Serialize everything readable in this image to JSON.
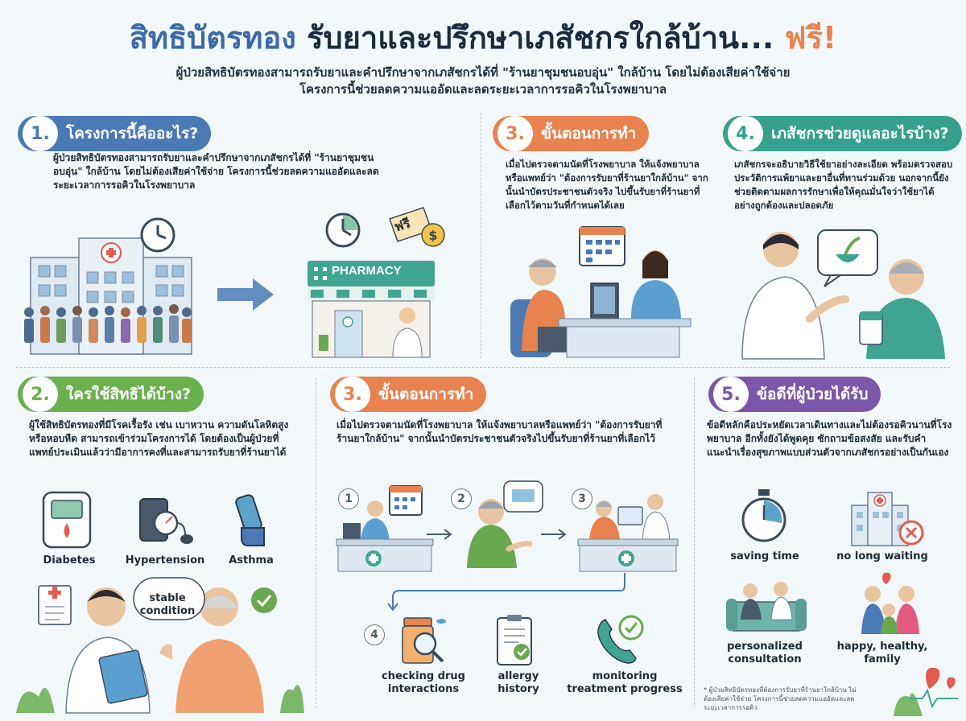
{
  "header": {
    "title_part1": "สิทธิบัตรทอง",
    "title_part2": "รับยาและปรึกษาเภสัชกรใกล้บ้าน...",
    "title_part3": "ฟรี!",
    "subtitle_line1": "ผู้ป่วยสิทธิบัตรทองสามารถรับยาและคำปรึกษาจากเภสัชกรได้ที่ \"ร้านยาชุมชนอบอุ่น\" ใกล้บ้าน โดยไม่ต้องเสียค่าใช้จ่าย",
    "subtitle_line2": "โครงการนี้ช่วยลดความแออัดและลดระยะเวลาการรอคิวในโรงพยาบาล"
  },
  "section1": {
    "num": "1.",
    "title": "โครงการนี้คืออะไร?",
    "text": "ผู้ป่วยสิทธิบัตรทองสามารถรับยาและคำปรึกษาจากเภสัชกรได้ที่ \"ร้านยาชุมชนอบอุ่น\" ใกล้บ้าน โดยไม่ต้องเสียค่าใช้จ่าย โครงการนี้ช่วยลดความแออัดและลดระยะเวลาการรอคิวในโรงพยาบาล",
    "pharmacy_sign": "PHARMACY",
    "free_tag": "ฟรี"
  },
  "section3_top": {
    "num": "3.",
    "title": "ขั้นตอนการทำ",
    "text": "เมื่อไปตรวจตามนัดที่โรงพยาบาล ให้แจ้งพยาบาลหรือแพทย์ว่า \"ต้องการรับยาที่ร้านยาใกล้บ้าน\" จากนั้นนำบัตรประชาชนตัวจริง ไปขึ้นรับยาที่ร้านยาที่เลือกไว้ตามวันที่กำหนดได้เลย"
  },
  "section4": {
    "num": "4.",
    "title": "เภสัชกรช่วยดูแลอะไรบ้าง?",
    "text": "เภสัชกรจะอธิบายวิธีใช้ยาอย่างละเอียด พร้อมตรวจสอบประวัติการแพ้ยาและยาอื่นที่ทานร่วมด้วย นอกจากนี้ยังช่วยติดตามผลการรักษาเพื่อให้คุณมั่นใจว่าใช้ยาได้อย่างถูกต้องและปลอดภัย"
  },
  "section2": {
    "num": "2.",
    "title": "ใครใช้สิทธิได้บ้าง?",
    "text": "ผู้ใช้สิทธิบัตรทองที่มีโรคเรื้อรัง เช่น เบาหวาน ความดันโลหิตสูง หรือหอบหืด สามารถเข้าร่วมโครงการได้ โดยต้องเป็นผู้ป่วยที่แพทย์ประเมินแล้วว่ามีอาการคงที่และสามารถรับยาที่ร้านยาได้",
    "conditions": [
      "Diabetes",
      "Hypertension",
      "Asthma"
    ],
    "bubble": "stable condition"
  },
  "section3_mid": {
    "num": "3.",
    "title": "ขั้นตอนการทำ",
    "text": "เมื่อไปตรวจตามนัดที่โรงพยาบาล ให้แจ้งพยาบาลหรือแพทย์ว่า \"ต้องการรับยาที่ร้านยาใกล้บ้าน\" จากนั้นนำบัตรประชาชนตัวจริงไปขึ้นรับยาที่ร้านยาที่เลือกไว้",
    "steps": [
      "1",
      "2",
      "3",
      "4"
    ],
    "services": [
      {
        "label": "checking drug interactions"
      },
      {
        "label": "allergy history"
      },
      {
        "label": "monitoring treatment progress"
      }
    ]
  },
  "section5": {
    "num": "5.",
    "title": "ข้อดีที่ผู้ป่วยได้รับ",
    "text": "ข้อดีหลักคือประหยัดเวลาเดินทางและไม่ต้องรอคิวนานที่โรงพยาบาล อีกทั้งยังได้พูดคุย ซักถามข้อสงสัย และรับคำแนะนำเรื่องสุขภาพแบบส่วนตัวจากเภสัชกรอย่างเป็นกันเอง",
    "benefits": [
      {
        "label": "saving time"
      },
      {
        "label": "no long waiting"
      },
      {
        "label": "personalized consultation"
      },
      {
        "label": "happy, healthy, family"
      }
    ]
  },
  "footnote": "* ผู้ป่วยสิทธิบัตรทองที่ต้องการรับยาที่ร้านยาใกล้บ้าน ไม่ต้องเสียค่าใช้จ่าย โครงการนี้ช่วยลดความแออัดและลดระยะเวลาการรอคิว",
  "colors": {
    "blue": "#4a79b4",
    "orange": "#e8834f",
    "teal": "#35a08c",
    "green": "#6ab04c",
    "purple": "#7a57a8"
  }
}
